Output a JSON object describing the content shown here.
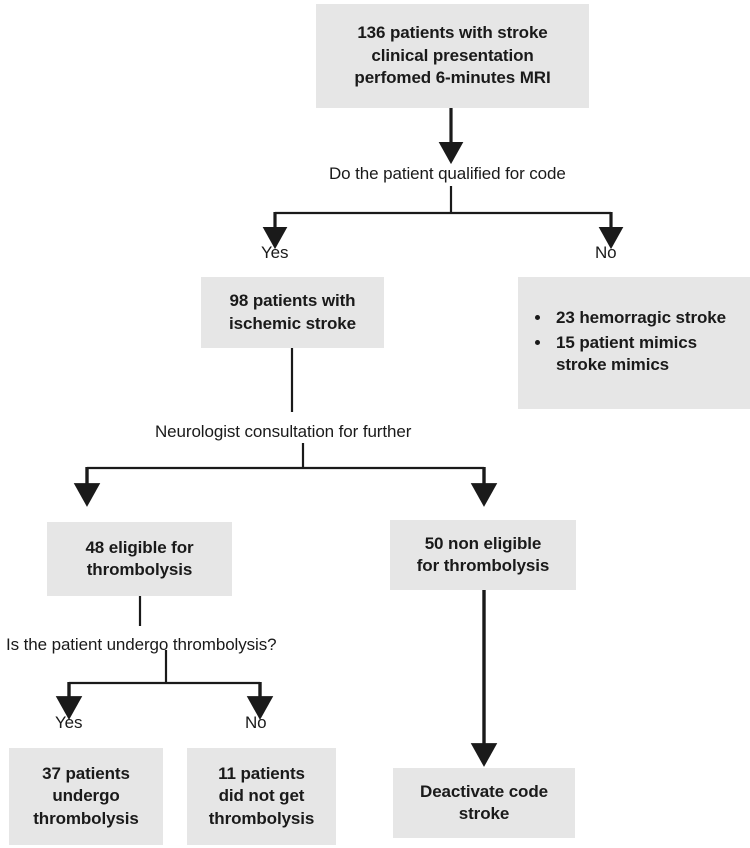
{
  "diagram": {
    "title": "Stroke code MRI triage flowchart",
    "box_fill": "#e6e6e6",
    "line_color": "#1a1a1a",
    "background": "#ffffff"
  },
  "nodes": {
    "top_box": "136 patients with stroke\nclinical presentation\nperfomed 6-minutes MRI",
    "decision_1": "Do the patient qualified for code",
    "decision_1_yes": "Yes",
    "decision_1_no": "No",
    "ischemic_box": "98 patients with\nischemic stroke",
    "no_bullets": [
      "23 hemorragic stroke",
      "15 patient mimics stroke mimics"
    ],
    "neurologist": "Neurologist consultation for further",
    "eligible_box": "48 eligible for\nthrombolysis",
    "non_eligible_box": "50 non eligible\nfor thrombolysis",
    "decision_2": "Is the patient undergo thrombolysis?",
    "decision_2_yes": "Yes",
    "decision_2_no": "No",
    "undergo_box": "37 patients\nundergo\nthrombolysis",
    "did_not_box": "11 patients\ndid not get\nthrombolysis",
    "deactivate_box": "Deactivate code\nstroke"
  }
}
